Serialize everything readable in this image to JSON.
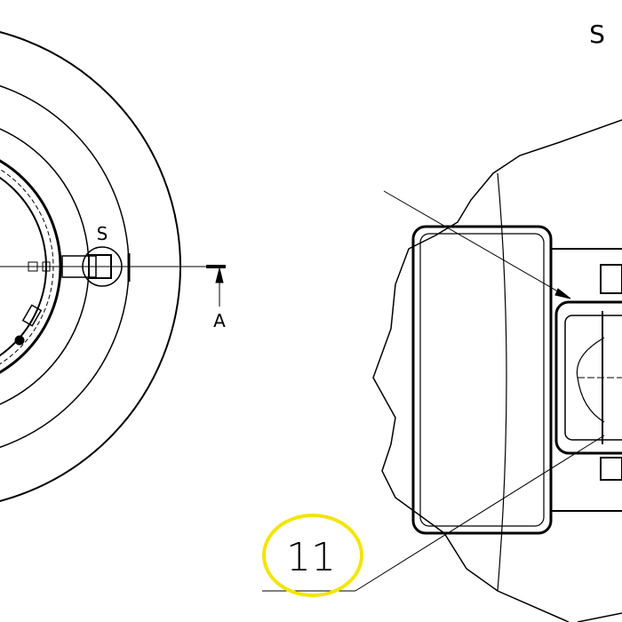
{
  "labels": {
    "detail_marker": "S",
    "detail_title": "S",
    "section_marker": "A",
    "callout_number": "11"
  },
  "colors": {
    "line": "#000000",
    "callout_highlight": "#f2e600",
    "background": "#ffffff"
  }
}
